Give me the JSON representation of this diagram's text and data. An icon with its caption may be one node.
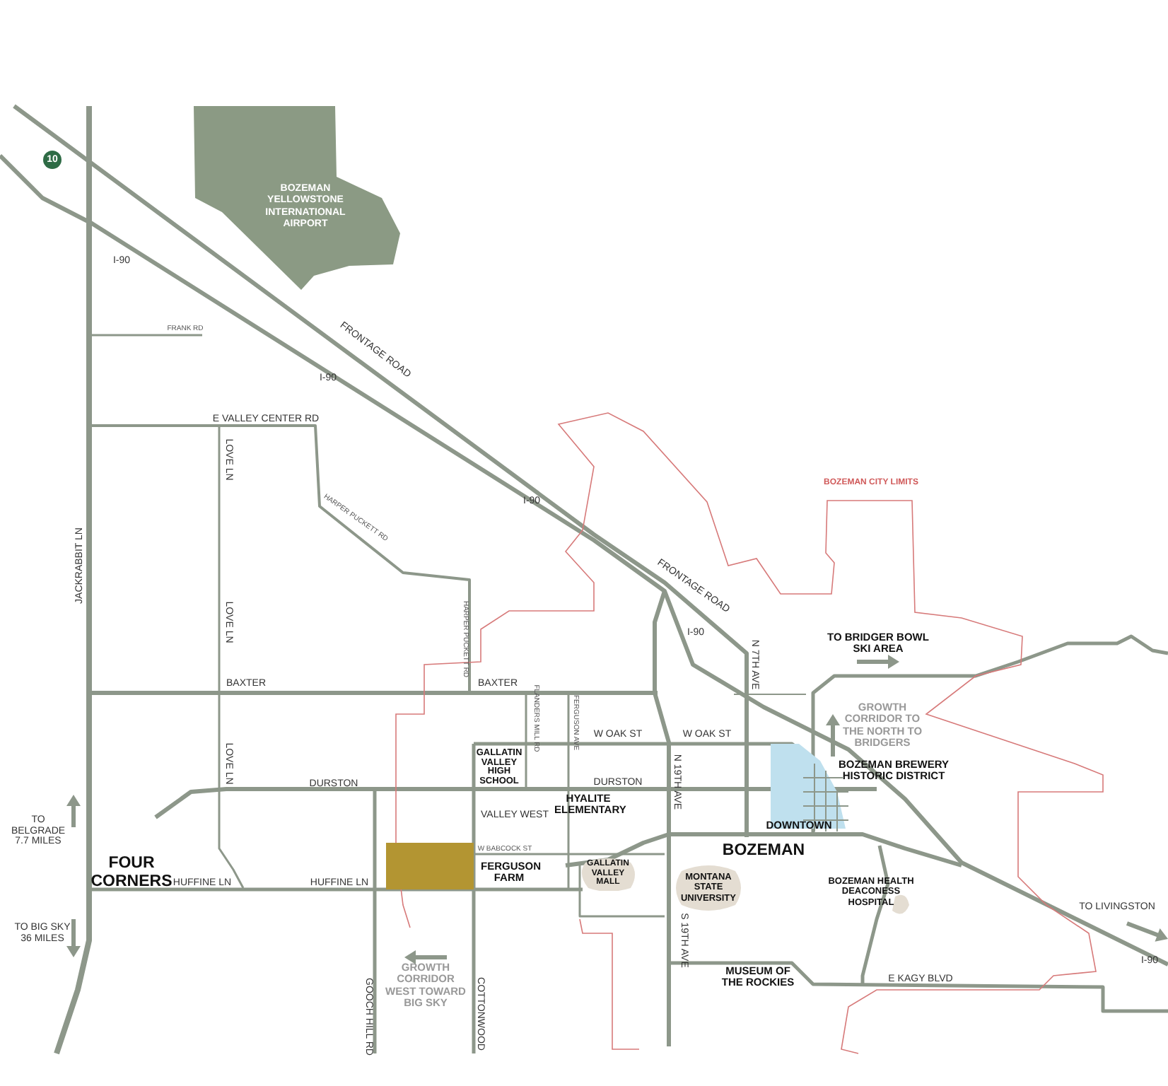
{
  "diagram": {
    "nodes": [
      {
        "text": [
          "BOZEMAN YELLOWSTONE INTERNATIONAL AIRPORT"
        ]
      },
      {
        "text": [
          "GALLATIN VALLEY MALL"
        ]
      },
      {
        "text": [
          "MONTANA STATE UNIVERSITY"
        ]
      },
      {
        "text": [
          "BOZEMAN HEALTH DEACONESS HOSPITAL"
        ]
      }
    ],
    "labels": [
      "10",
      "I-90",
      "FRONTAGE ROAD",
      "FRANK RD",
      "I-90",
      "E VALLEY CENTER RD",
      "JACKRABBIT LN",
      "LOVE LN",
      "HARPER PUCKETT RD",
      "I-90",
      "BOZEMAN CITY LIMITS",
      "FRONTAGE ROAD",
      "LOVE LN",
      "I-90",
      "N 7TH AVE",
      "TO BRIDGER BOWL SKI AREA",
      "HARPER PUCKETT RD",
      "BAXTER",
      "BAXTER",
      "FLANDERS MILL RD",
      "FERGUSON AVE",
      "GROWTH CORRIDOR TO THE NORTH TO BRIDGERS",
      "W OAK ST",
      "W OAK ST",
      "LOVE LN",
      "GALLATIN VALLEY HIGH SCHOOL",
      "BOZEMAN BREWERY HISTORIC DISTRICT",
      "DURSTON",
      "DURSTON",
      "N 19TH AVE",
      "HYALITE ELEMENTARY",
      "VALLEY WEST",
      "TO BELGRADE 7.7 MILES",
      "DOWNTOWN",
      "W BABCOCK ST",
      "BOZEMAN",
      "FOUR CORNERS",
      "HUFFINE LN",
      "HUFFINE LN",
      "FERGUSON FARM",
      "TO LIVINGSTON",
      "TO BIG SKY 36 MILES",
      "S 19TH AVE",
      "GROWTH CORRIDOR WEST TOWARD BIG SKY",
      "GOOCH HILL RD",
      "COTTONWOOD",
      "MUSEUM OF THE ROCKIES",
      "E KAGY BLVD",
      "I-90"
    ]
  }
}
